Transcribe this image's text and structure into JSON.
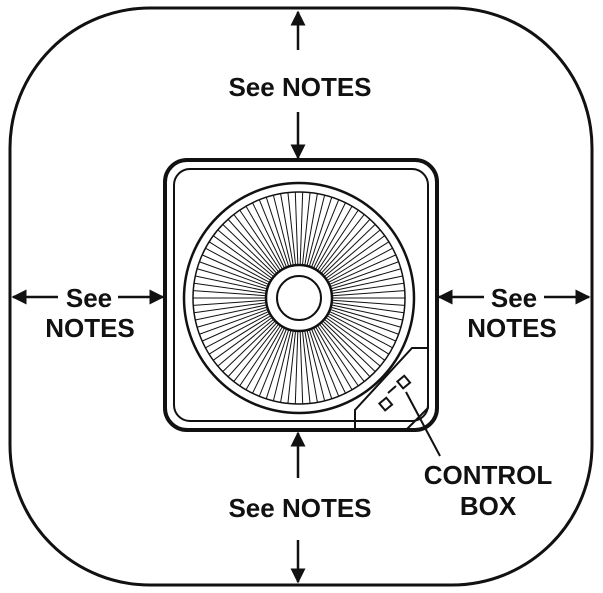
{
  "labels": {
    "top": "See NOTES",
    "bottom": "See NOTES",
    "left_line1": "See",
    "left_line2": "NOTES",
    "right_line1": "See",
    "right_line2": "NOTES",
    "control_line1": "CONTROL",
    "control_line2": "BOX"
  },
  "colors": {
    "stroke": "#111111",
    "background": "#ffffff"
  },
  "icons": {
    "fan": "fan-grille-icon",
    "arrows": "double-headed-arrow-icon"
  }
}
